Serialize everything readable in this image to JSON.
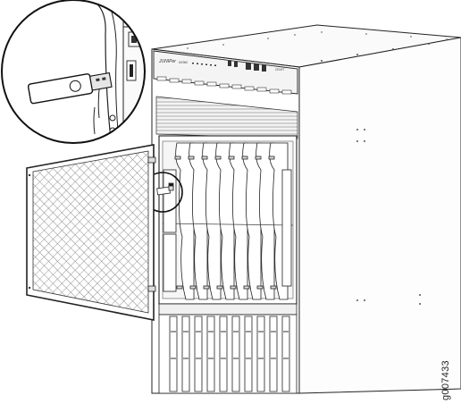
{
  "figure": {
    "id": "g007433",
    "brand_mark": "JUNIPer",
    "model_label": "MX960",
    "panel_label": "CRAFT"
  }
}
